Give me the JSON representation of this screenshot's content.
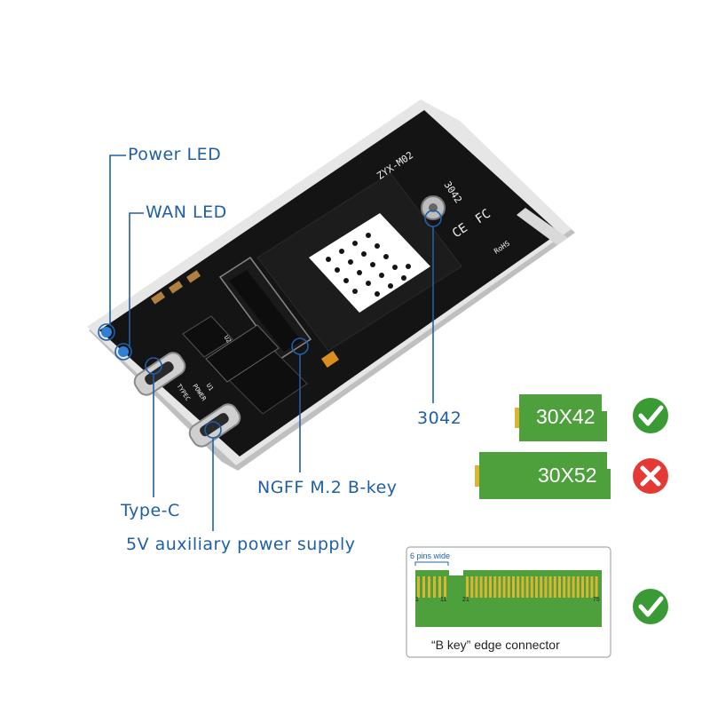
{
  "labels": {
    "power_led": "Power LED",
    "wan_led": "WAN LED",
    "size_3042": "3042",
    "ngff": "NGFF M.2 B-key",
    "type_c": "Type-C",
    "aux_power": "5V auxiliary power supply"
  },
  "cards": [
    {
      "label": "30X42",
      "status": "supported"
    },
    {
      "label": "30X52",
      "status": "not-supported"
    }
  ],
  "connector": {
    "caption": "“B key”  edge connector",
    "pins_note": "6 pins wide",
    "pin_1": "1",
    "pin_11": "11",
    "pin_21": "21",
    "pin_75": "75",
    "status": "supported"
  },
  "pcb": {
    "model": "ZYX-M02",
    "size_mark": "3042",
    "ce": "CE",
    "fc": "FC",
    "rohs": "RoHS",
    "type_c_silk": "TYPEC",
    "power_silk": "POWER",
    "u1": "U1",
    "u2": "U2"
  },
  "colors": {
    "accent": "#1f5fa8",
    "pcb": "#151515",
    "card_green": "#4ea03c",
    "check_green": "#3a9a33",
    "cross_red": "#e53935",
    "gold": "#d9b531"
  }
}
